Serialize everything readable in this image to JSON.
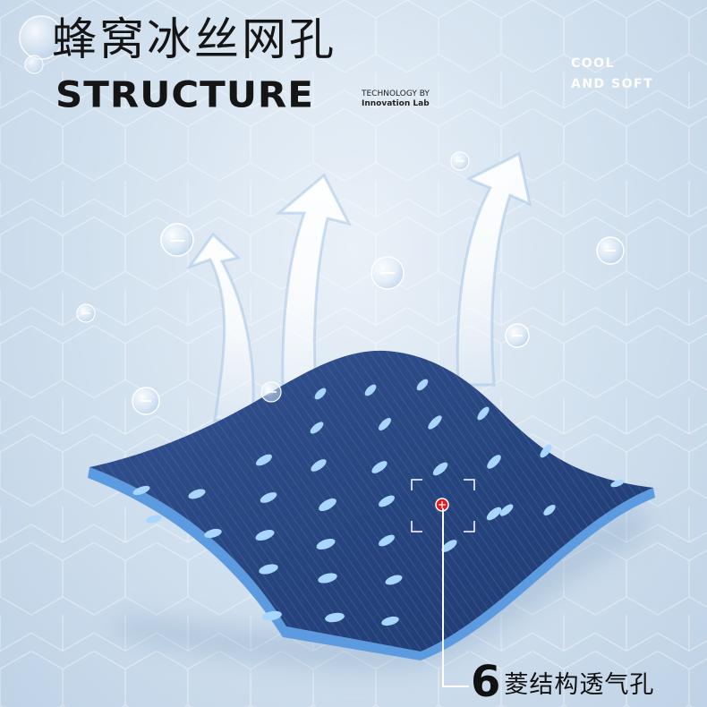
{
  "header": {
    "title_cn": "蜂窝冰丝网孔",
    "title_en": "STRUCTURE",
    "tech_line1": "TECHNOLOGY BY",
    "tech_line2": "Innovation Lab"
  },
  "tagline": {
    "line1": "COOL",
    "line2": "AND SOFT"
  },
  "callout": {
    "number": "6",
    "text": "菱结构透气孔"
  },
  "icons": {
    "bubble": "bubble-icon",
    "arrow": "airflow-arrow-icon",
    "focus": "focus-marker-icon"
  },
  "colors": {
    "fabric": "#2c4a8a",
    "fabric_edge": "#5d9be0",
    "holes": "#9fd0ff",
    "marker": "#e31b1b",
    "background": "#d5e3f0"
  }
}
